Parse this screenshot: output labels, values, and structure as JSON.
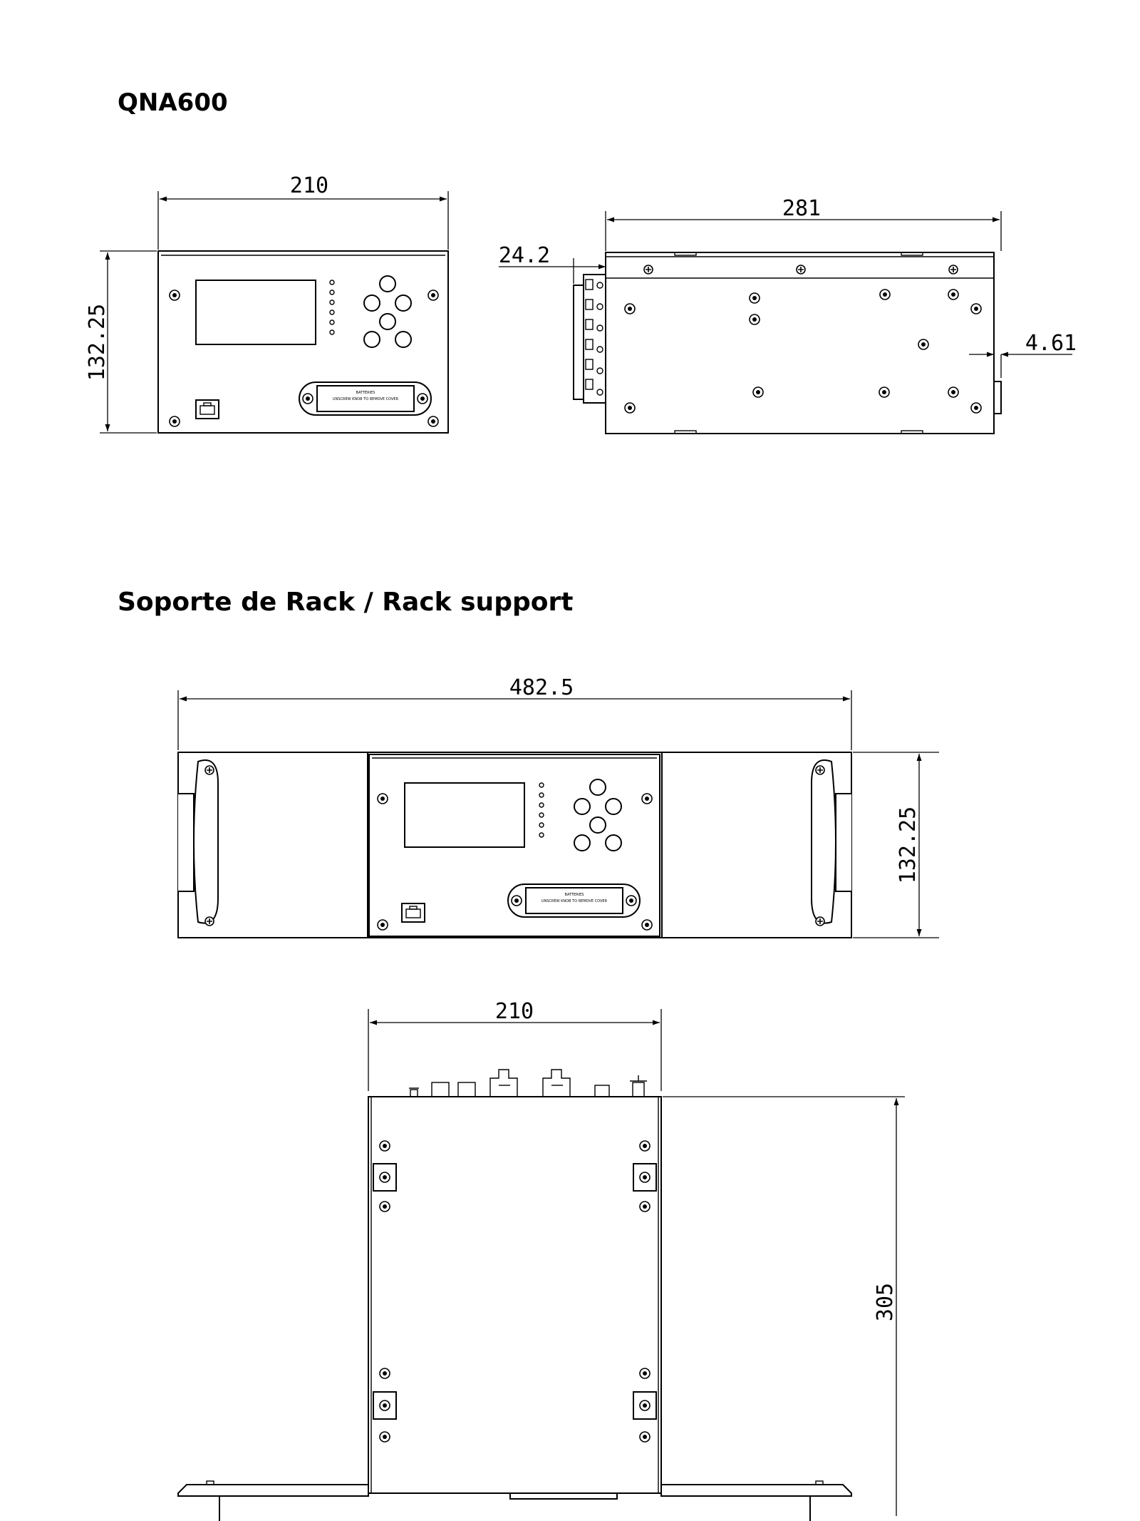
{
  "titles": {
    "product": "QNA600",
    "rack": "Soporte de Rack / Rack support"
  },
  "dimensions": {
    "front_width": "210",
    "front_height": "132.25",
    "side_length": "281",
    "side_connector_depth": "24.2",
    "side_rear_offset": "4.61",
    "rack_width": "482.5",
    "rack_height": "132.25",
    "top_width": "210",
    "top_depth": "305"
  },
  "battery_cover": {
    "label": "BATTERIES",
    "sublabel": "UNSCREW KNOB TO REMOVE COVER"
  }
}
